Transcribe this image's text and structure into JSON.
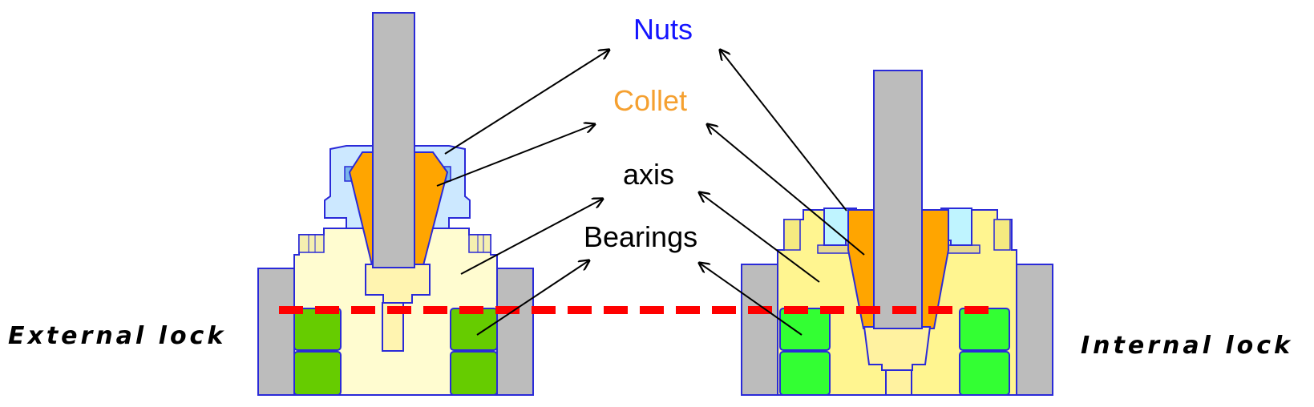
{
  "labels": {
    "nuts": "Nuts",
    "collet": "Collet",
    "axis": "axis",
    "bearings": "Bearings",
    "external_lock": "External lock",
    "internal_lock": "Internal lock"
  },
  "colors": {
    "nuts": "#1414ff",
    "collet": "#f5a030",
    "outline": "#2a2ad8",
    "housing": "#bcbcbc",
    "body_light": "#fffcd0",
    "body_yellow": "#fff590",
    "bearing_dark": "#66cc00",
    "bearing_bright": "#33ff33",
    "nut_fill": "#cce8ff",
    "collet_fill": "#ffa500",
    "cutline": "#ff0000"
  }
}
